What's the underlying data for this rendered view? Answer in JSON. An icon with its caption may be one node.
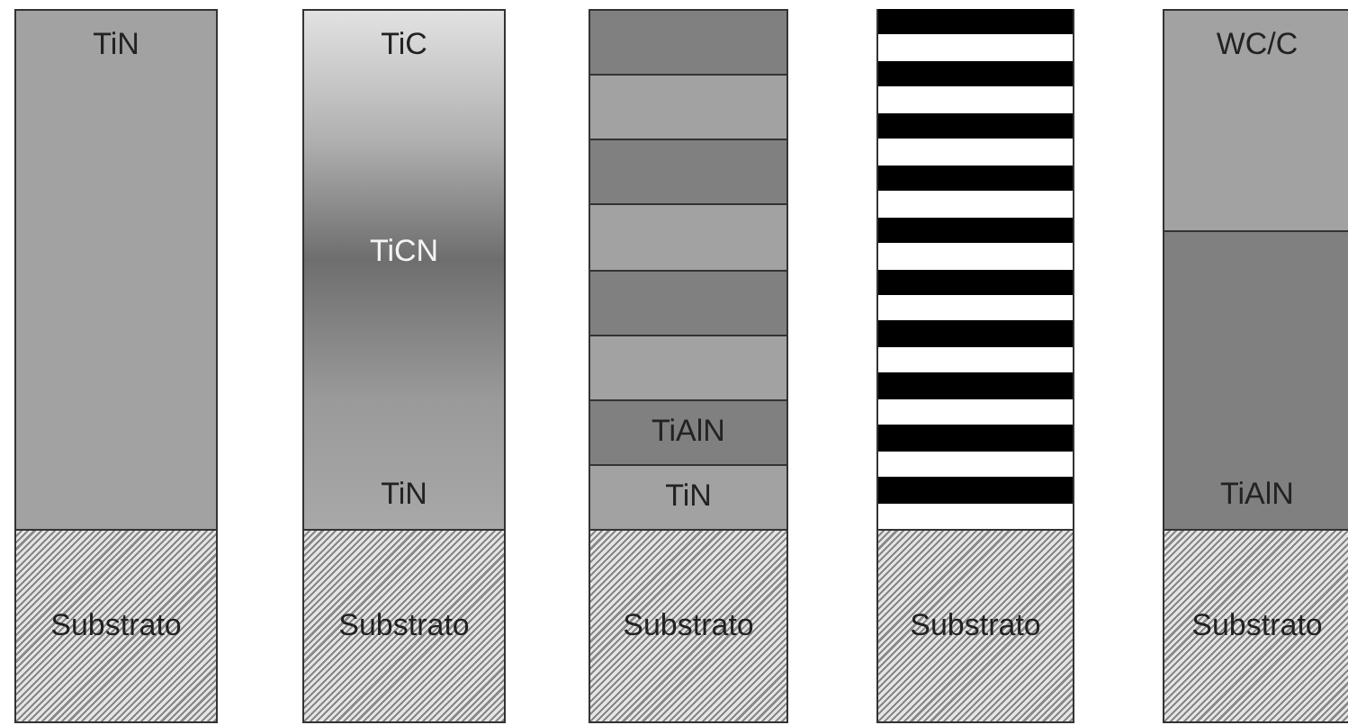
{
  "diagram": {
    "nodes": [
      {
        "text": [
          "TiN"
        ]
      },
      {
        "text": [
          "Substrato"
        ]
      },
      {
        "text": [
          "TiC",
          "TiCN",
          "TiN"
        ]
      },
      {
        "text": [
          "Substrato"
        ]
      },
      {
        "text": [],
        "shape": "bar"
      },
      {
        "text": [],
        "shape": "bar"
      },
      {
        "text": [],
        "shape": "bar"
      },
      {
        "text": [],
        "shape": "bar"
      },
      {
        "text": [],
        "shape": "bar"
      },
      {
        "text": [],
        "shape": "bar"
      },
      {
        "text": [
          "TiAlN"
        ]
      },
      {
        "text": [
          "TiN"
        ]
      },
      {
        "text": [
          "Substrato"
        ]
      },
      {
        "text": [],
        "shape": "bar"
      },
      {
        "text": [],
        "shape": "bar"
      },
      {
        "text": [],
        "shape": "bar"
      },
      {
        "text": [],
        "shape": "bar"
      },
      {
        "text": [],
        "shape": "bar"
      },
      {
        "text": [],
        "shape": "bar"
      },
      {
        "text": [],
        "shape": "bar"
      },
      {
        "text": [],
        "shape": "bar"
      },
      {
        "text": [],
        "shape": "bar"
      },
      {
        "text": [],
        "shape": "bar"
      },
      {
        "text": [],
        "shape": "bar"
      },
      {
        "text": [],
        "shape": "bar"
      },
      {
        "text": [],
        "shape": "bar"
      },
      {
        "text": [],
        "shape": "bar"
      },
      {
        "text": [],
        "shape": "bar"
      },
      {
        "text": [],
        "shape": "bar"
      },
      {
        "text": [],
        "shape": "bar"
      },
      {
        "text": [],
        "shape": "bar"
      },
      {
        "text": [],
        "shape": "bar"
      },
      {
        "text": [],
        "shape": "bar"
      },
      {
        "text": [
          "Substrato"
        ]
      },
      {
        "text": [
          "WC/C"
        ]
      },
      {
        "text": [
          "TiAlN"
        ]
      },
      {
        "text": [
          "Substrato"
        ]
      }
    ]
  }
}
